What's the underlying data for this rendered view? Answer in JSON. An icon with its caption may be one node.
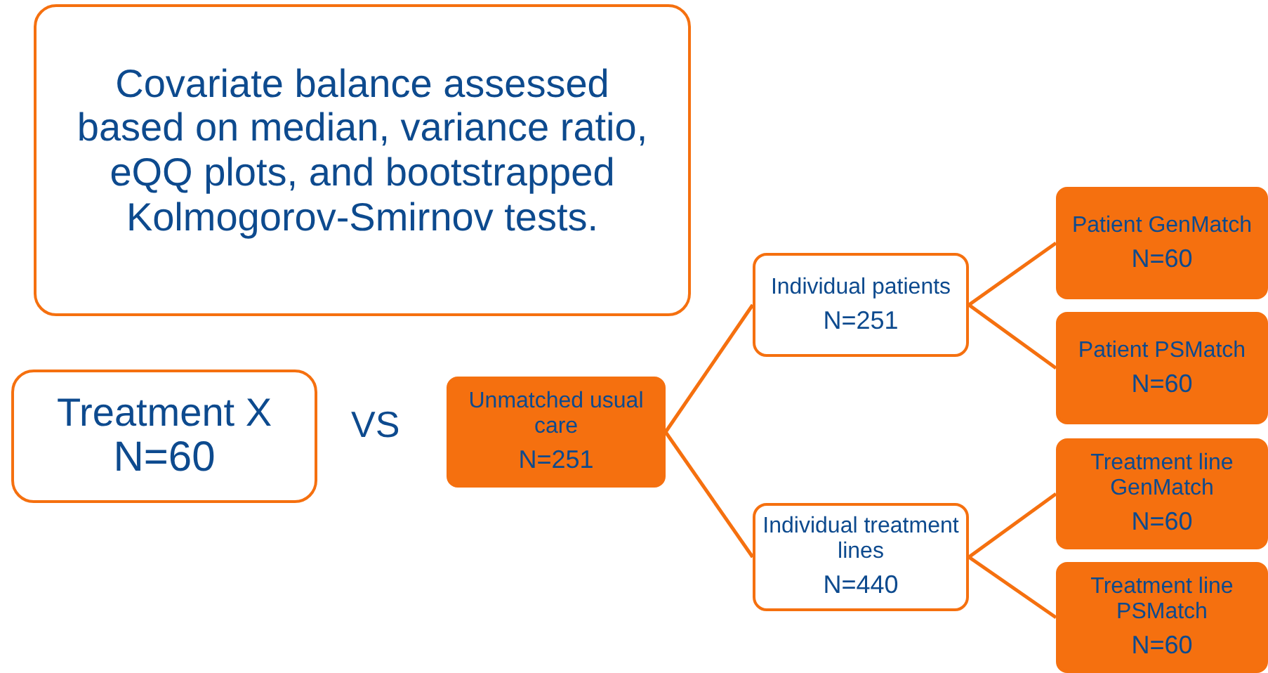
{
  "diagram": {
    "nodes": [
      {
        "text": [
          "Covariate balance assessed based on median, variance ratio, eQQ plots, and bootstrapped Kolmogorov-Smirnov tests."
        ]
      },
      {
        "text": [
          "Treatment X",
          "N=60"
        ]
      },
      {
        "text": [
          "Unmatched usual care",
          "N=251"
        ]
      },
      {
        "text": [
          "Individual patients",
          "N=251"
        ]
      },
      {
        "text": [
          "Individual treatment lines",
          "N=440"
        ]
      },
      {
        "text": [
          "Patient GenMatch",
          "N=60"
        ]
      },
      {
        "text": [
          "Patient PSMatch",
          "N=60"
        ]
      },
      {
        "text": [
          "Treatment line GenMatch",
          "N=60"
        ]
      },
      {
        "text": [
          "Treatment line PSMatch",
          "N=60"
        ]
      }
    ],
    "edges": [
      {
        "from": 2,
        "to": 3,
        "arrow": "none"
      },
      {
        "from": 2,
        "to": 4,
        "arrow": "none"
      },
      {
        "from": 3,
        "to": 5,
        "arrow": "none"
      },
      {
        "from": 3,
        "to": 6,
        "arrow": "none"
      },
      {
        "from": 4,
        "to": 7,
        "arrow": "none"
      },
      {
        "from": 4,
        "to": 8,
        "arrow": "none"
      }
    ],
    "labels": [
      "VS"
    ]
  }
}
